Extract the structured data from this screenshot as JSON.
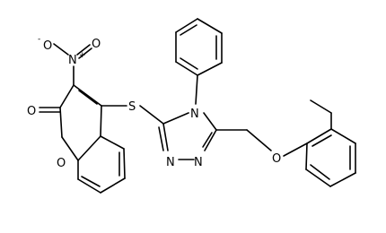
{
  "molecule": {
    "atom_labels": {
      "nitro_o_minus": "O",
      "nitro_o_minus_charge": "-",
      "nitro_n": "N",
      "nitro_n_charge": "+",
      "nitro_o_double": "O",
      "carbonyl_o": "O",
      "ring_o": "O",
      "thioether_s": "S",
      "triazole_n4": "N",
      "triazole_n2": "N",
      "triazole_n1": "N",
      "ether_o": "O"
    }
  }
}
